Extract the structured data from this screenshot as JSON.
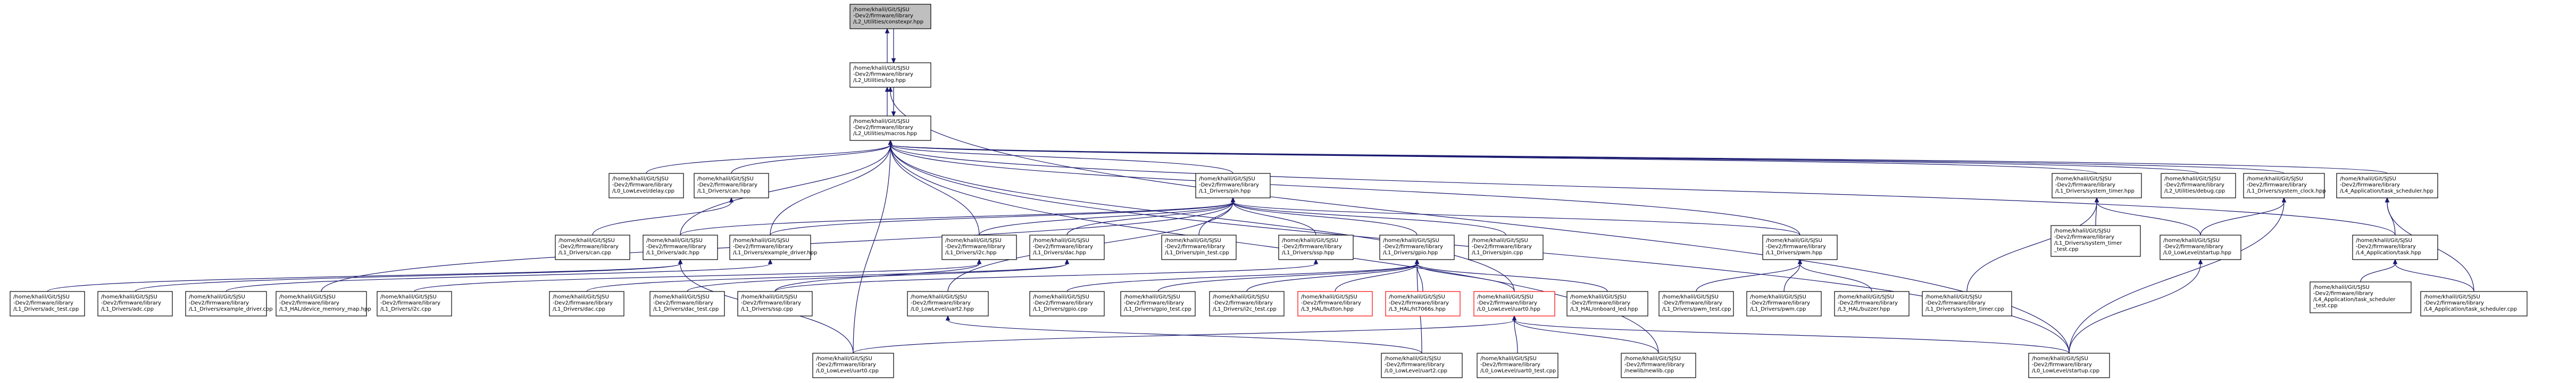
{
  "colors": {
    "edge": "#191970",
    "root_fill": "#bfbfbf",
    "external_border": "#ff0000",
    "node_border": "#000000",
    "background": "#ffffff"
  },
  "nodes": {
    "n_constexpr": {
      "lines": [
        "/home/khalil/Git/SJSU",
        "-Dev2/firmware/library",
        "/L2_Utilities/constexpr.hpp"
      ],
      "kind": "root"
    },
    "n_log": {
      "lines": [
        "/home/khalil/Git/SJSU",
        "-Dev2/firmware/library",
        "/L2_Utilities/log.hpp"
      ]
    },
    "n_macros": {
      "lines": [
        "/home/khalil/Git/SJSU",
        "-Dev2/firmware/library",
        "/L2_Utilities/macros.hpp"
      ]
    },
    "n_delay": {
      "lines": [
        "/home/khalil/Git/SJSU",
        "-Dev2/firmware/library",
        "/L0_LowLevel/delay.cpp"
      ]
    },
    "n_can_hpp": {
      "lines": [
        "/home/khalil/Git/SJSU",
        "-Dev2/firmware/library",
        "/L1_Drivers/can.hpp"
      ]
    },
    "n_pin_hpp": {
      "lines": [
        "/home/khalil/Git/SJSU",
        "-Dev2/firmware/library",
        "/L1_Drivers/pin.hpp"
      ]
    },
    "n_systimer_hpp": {
      "lines": [
        "/home/khalil/Git/SJSU",
        "-Dev2/firmware/library",
        "/L1_Drivers/system_timer.hpp"
      ]
    },
    "n_debug": {
      "lines": [
        "/home/khalil/Git/SJSU",
        "-Dev2/firmware/library",
        "/L2_Utilities/debug.cpp"
      ]
    },
    "n_sysclock": {
      "lines": [
        "/home/khalil/Git/SJSU",
        "-Dev2/firmware/library",
        "/L1_Drivers/system_clock.hpp"
      ]
    },
    "n_tasksched_hpp": {
      "lines": [
        "/home/khalil/Git/SJSU",
        "-Dev2/firmware/library",
        "/L4_Application/task_scheduler.hpp"
      ]
    },
    "n_can_cpp": {
      "lines": [
        "/home/khalil/Git/SJSU",
        "-Dev2/firmware/library",
        "/L1_Drivers/can.cpp"
      ]
    },
    "n_adc_hpp": {
      "lines": [
        "/home/khalil/Git/SJSU",
        "-Dev2/firmware/library",
        "/L1_Drivers/adc.hpp"
      ]
    },
    "n_example_hpp": {
      "lines": [
        "/home/khalil/Git/SJSU",
        "-Dev2/firmware/library",
        "/L1_Drivers/example_driver.hpp"
      ]
    },
    "n_i2c_hpp": {
      "lines": [
        "/home/khalil/Git/SJSU",
        "-Dev2/firmware/library",
        "/L1_Drivers/i2c.hpp"
      ]
    },
    "n_dac_hpp": {
      "lines": [
        "/home/khalil/Git/SJSU",
        "-Dev2/firmware/library",
        "/L1_Drivers/dac.hpp"
      ]
    },
    "n_ssp_hpp": {
      "lines": [
        "/home/khalil/Git/SJSU",
        "-Dev2/firmware/library",
        "/L1_Drivers/ssp.hpp"
      ]
    },
    "n_gpio_hpp": {
      "lines": [
        "/home/khalil/Git/SJSU",
        "-Dev2/firmware/library",
        "/L1_Drivers/gpio.hpp"
      ]
    },
    "n_pin_test": {
      "lines": [
        "/home/khalil/Git/SJSU",
        "-Dev2/firmware/library",
        "/L1_Drivers/pin_test.cpp"
      ]
    },
    "n_pin_cpp": {
      "lines": [
        "/home/khalil/Git/SJSU",
        "-Dev2/firmware/library",
        "/L1_Drivers/pin.cpp"
      ]
    },
    "n_pwm_hpp": {
      "lines": [
        "/home/khalil/Git/SJSU",
        "-Dev2/firmware/library",
        "/L1_Drivers/pwm.hpp"
      ]
    },
    "n_systimer_test": {
      "lines": [
        "/home/khalil/Git/SJSU",
        "-Dev2/firmware/library",
        "/L1_Drivers/system_timer",
        "_test.cpp"
      ]
    },
    "n_startup_hpp": {
      "lines": [
        "/home/khalil/Git/SJSU",
        "-Dev2/firmware/library",
        "/L0_LowLevel/startup.hpp"
      ]
    },
    "n_task_hpp": {
      "lines": [
        "/home/khalil/Git/SJSU",
        "-Dev2/firmware/library",
        "/L4_Application/task.hpp"
      ]
    },
    "n_adc_test": {
      "lines": [
        "/home/khalil/Git/SJSU",
        "-Dev2/firmware/library",
        "/L1_Drivers/adc_test.cpp"
      ]
    },
    "n_adc_cpp": {
      "lines": [
        "/home/khalil/Git/SJSU",
        "-Dev2/firmware/library",
        "/L1_Drivers/adc.cpp"
      ]
    },
    "n_example_cpp": {
      "lines": [
        "/home/khalil/Git/SJSU",
        "-Dev2/firmware/library",
        "/L1_Drivers/example_driver.cpp"
      ]
    },
    "n_memmap": {
      "lines": [
        "/home/khalil/Git/SJSU",
        "-Dev2/firmware/library",
        "/L3_HAL/device_memory_map.hpp"
      ]
    },
    "n_i2c_cpp": {
      "lines": [
        "/home/khalil/Git/SJSU",
        "-Dev2/firmware/library",
        "/L1_Drivers/i2c.cpp"
      ]
    },
    "n_dac_cpp": {
      "lines": [
        "/home/khalil/Git/SJSU",
        "-Dev2/firmware/library",
        "/L1_Drivers/dac.cpp"
      ]
    },
    "n_dac_test": {
      "lines": [
        "/home/khalil/Git/SJSU",
        "-Dev2/firmware/library",
        "/L1_Drivers/dac_test.cpp"
      ]
    },
    "n_ssp_cpp": {
      "lines": [
        "/home/khalil/Git/SJSU",
        "-Dev2/firmware/library",
        "/L1_Drivers/ssp.cpp"
      ]
    },
    "n_uart2_hpp": {
      "lines": [
        "/home/khalil/Git/SJSU",
        "-Dev2/firmware/library",
        "/L0_LowLevel/uart2.hpp"
      ]
    },
    "n_gpio_cpp": {
      "lines": [
        "/home/khalil/Git/SJSU",
        "-Dev2/firmware/library",
        "/L1_Drivers/gpio.cpp"
      ]
    },
    "n_gpio_test": {
      "lines": [
        "/home/khalil/Git/SJSU",
        "-Dev2/firmware/library",
        "/L1_Drivers/gpio_test.cpp"
      ]
    },
    "n_i2c_test": {
      "lines": [
        "/home/khalil/Git/SJSU",
        "-Dev2/firmware/library",
        "/L1_Drivers/i2c_test.cpp"
      ]
    },
    "n_button": {
      "lines": [
        "/home/khalil/Git/SJSU",
        "-Dev2/firmware/library",
        "/L3_HAL/button.hpp"
      ],
      "kind": "external"
    },
    "n_ht7066": {
      "lines": [
        "/home/khalil/Git/SJSU",
        "-Dev2/firmware/library",
        "/L3_HAL/ht7066s.hpp"
      ],
      "kind": "external"
    },
    "n_uart0_hpp": {
      "lines": [
        "/home/khalil/Git/SJSU",
        "-Dev2/firmware/library",
        "/L0_LowLevel/uart0.hpp"
      ],
      "kind": "external"
    },
    "n_onboard": {
      "lines": [
        "/home/khalil/Git/SJSU",
        "-Dev2/firmware/library",
        "/L3_HAL/onboard_led.hpp"
      ]
    },
    "n_pwm_test": {
      "lines": [
        "/home/khalil/Git/SJSU",
        "-Dev2/firmware/library",
        "/L1_Drivers/pwm_test.cpp"
      ]
    },
    "n_pwm_cpp": {
      "lines": [
        "/home/khalil/Git/SJSU",
        "-Dev2/firmware/library",
        "/L1_Drivers/pwm.cpp"
      ]
    },
    "n_buzzer": {
      "lines": [
        "/home/khalil/Git/SJSU",
        "-Dev2/firmware/library",
        "/L3_HAL/buzzer.hpp"
      ]
    },
    "n_systimer_cpp": {
      "lines": [
        "/home/khalil/Git/SJSU",
        "-Dev2/firmware/library",
        "/L1_Drivers/system_timer.cpp"
      ]
    },
    "n_tasksched_test": {
      "lines": [
        "/home/khalil/Git/SJSU",
        "-Dev2/firmware/library",
        "/L4_Application/task_scheduler",
        "_test.cpp"
      ]
    },
    "n_tasksched_cpp": {
      "lines": [
        "/home/khalil/Git/SJSU",
        "-Dev2/firmware/library",
        "/L4_Application/task_scheduler.cpp"
      ]
    },
    "n_uart0_cpp": {
      "lines": [
        "/home/khalil/Git/SJSU",
        "-Dev2/firmware/library",
        "/L0_LowLevel/uart0.cpp"
      ]
    },
    "n_uart2_cpp": {
      "lines": [
        "/home/khalil/Git/SJSU",
        "-Dev2/firmware/library",
        "/L0_LowLevel/uart2.cpp"
      ]
    },
    "n_uart0_test": {
      "lines": [
        "/home/khalil/Git/SJSU",
        "-Dev2/firmware/library",
        "/L0_LowLevel/uart0_test.cpp"
      ]
    },
    "n_newlib": {
      "lines": [
        "/home/khalil/Git/SJSU",
        "-Dev2/firmware/library",
        "/newlib/newlib.cpp"
      ]
    },
    "n_startup_cpp": {
      "lines": [
        "/home/khalil/Git/SJSU",
        "-Dev2/firmware/library",
        "/L0_LowLevel/startup.cpp"
      ]
    }
  },
  "edges": [
    [
      "n_log",
      "n_constexpr"
    ],
    [
      "n_constexpr",
      "n_log"
    ],
    [
      "n_macros",
      "n_log"
    ],
    [
      "n_log",
      "n_macros"
    ],
    [
      "n_delay",
      "n_macros"
    ],
    [
      "n_can_hpp",
      "n_macros"
    ],
    [
      "n_pin_hpp",
      "n_macros"
    ],
    [
      "n_systimer_hpp",
      "n_macros"
    ],
    [
      "n_debug",
      "n_macros"
    ],
    [
      "n_sysclock",
      "n_macros"
    ],
    [
      "n_tasksched_hpp",
      "n_macros"
    ],
    [
      "n_startup_cpp",
      "n_log"
    ],
    [
      "n_can_cpp",
      "n_can_hpp"
    ],
    [
      "n_adc_hpp",
      "n_macros"
    ],
    [
      "n_example_hpp",
      "n_macros"
    ],
    [
      "n_i2c_hpp",
      "n_macros"
    ],
    [
      "n_adc_hpp",
      "n_pin_hpp"
    ],
    [
      "n_example_hpp",
      "n_pin_hpp"
    ],
    [
      "n_i2c_hpp",
      "n_pin_hpp"
    ],
    [
      "n_dac_hpp",
      "n_pin_hpp"
    ],
    [
      "n_ssp_hpp",
      "n_pin_hpp"
    ],
    [
      "n_gpio_hpp",
      "n_pin_hpp"
    ],
    [
      "n_pin_test",
      "n_pin_hpp"
    ],
    [
      "n_pin_cpp",
      "n_pin_hpp"
    ],
    [
      "n_pwm_hpp",
      "n_pin_hpp"
    ],
    [
      "n_pwm_hpp",
      "n_macros"
    ],
    [
      "n_systimer_test",
      "n_systimer_hpp"
    ],
    [
      "n_startup_hpp",
      "n_systimer_hpp"
    ],
    [
      "n_startup_hpp",
      "n_sysclock"
    ],
    [
      "n_task_hpp",
      "n_tasksched_hpp"
    ],
    [
      "n_task_hpp",
      "n_macros"
    ],
    [
      "n_adc_test",
      "n_adc_hpp"
    ],
    [
      "n_adc_cpp",
      "n_adc_hpp"
    ],
    [
      "n_example_cpp",
      "n_example_hpp"
    ],
    [
      "n_memmap",
      "n_pin_hpp"
    ],
    [
      "n_i2c_cpp",
      "n_i2c_hpp"
    ],
    [
      "n_dac_cpp",
      "n_dac_hpp"
    ],
    [
      "n_dac_test",
      "n_dac_hpp"
    ],
    [
      "n_ssp_cpp",
      "n_ssp_hpp"
    ],
    [
      "n_uart2_hpp",
      "n_pin_hpp"
    ],
    [
      "n_gpio_cpp",
      "n_gpio_hpp"
    ],
    [
      "n_gpio_test",
      "n_gpio_hpp"
    ],
    [
      "n_i2c_test",
      "n_gpio_hpp"
    ],
    [
      "n_button",
      "n_gpio_hpp"
    ],
    [
      "n_ht7066",
      "n_gpio_hpp"
    ],
    [
      "n_uart0_hpp",
      "n_gpio_hpp"
    ],
    [
      "n_onboard",
      "n_gpio_hpp"
    ],
    [
      "n_uart0_hpp",
      "n_macros"
    ],
    [
      "n_pwm_test",
      "n_pwm_hpp"
    ],
    [
      "n_pwm_cpp",
      "n_pwm_hpp"
    ],
    [
      "n_buzzer",
      "n_pwm_hpp"
    ],
    [
      "n_systimer_cpp",
      "n_systimer_hpp"
    ],
    [
      "n_tasksched_test",
      "n_task_hpp"
    ],
    [
      "n_tasksched_cpp",
      "n_task_hpp"
    ],
    [
      "n_uart0_cpp",
      "n_uart0_hpp"
    ],
    [
      "n_uart2_cpp",
      "n_uart2_hpp"
    ],
    [
      "n_uart0_test",
      "n_uart0_hpp"
    ],
    [
      "n_newlib",
      "n_uart0_hpp"
    ],
    [
      "n_startup_cpp",
      "n_uart0_hpp"
    ],
    [
      "n_startup_cpp",
      "n_startup_hpp"
    ],
    [
      "n_startup_cpp",
      "n_sysclock"
    ],
    [
      "n_uart0_cpp",
      "n_macros"
    ],
    [
      "n_uart2_cpp",
      "n_gpio_hpp"
    ],
    [
      "n_newlib",
      "n_macros"
    ],
    [
      "n_startup_cpp",
      "n_macros"
    ],
    [
      "n_uart0_cpp",
      "n_adc_hpp"
    ],
    [
      "n_ssp_cpp",
      "n_i2c_hpp"
    ],
    [
      "n_tasksched_cpp",
      "n_tasksched_hpp"
    ]
  ]
}
